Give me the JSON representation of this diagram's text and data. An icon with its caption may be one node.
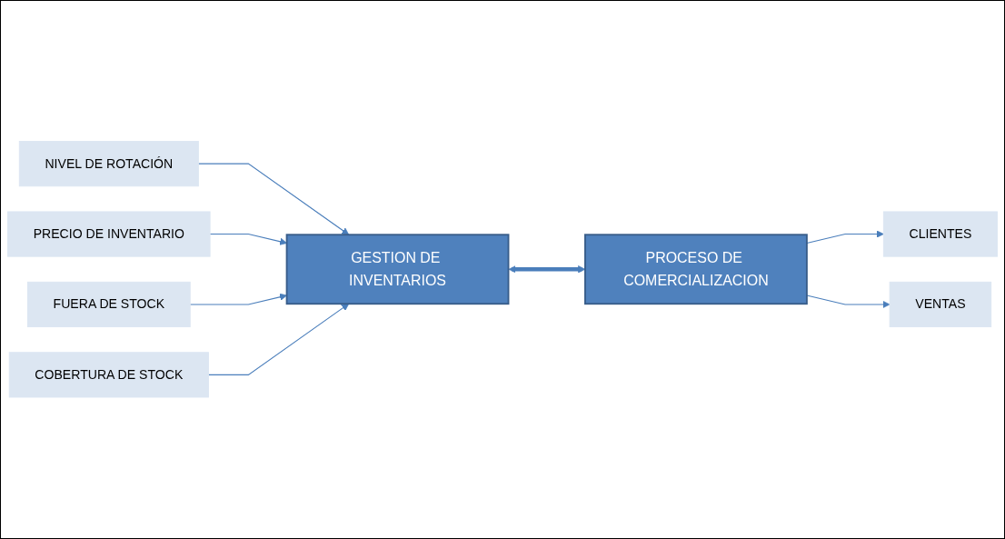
{
  "diagram": {
    "nodes": [
      {
        "text": [
          "NIVEL DE ROTACIÓN"
        ]
      },
      {
        "text": [
          "PRECIO DE INVENTARIO"
        ]
      },
      {
        "text": [
          "FUERA DE STOCK"
        ]
      },
      {
        "text": [
          "COBERTURA DE STOCK"
        ]
      },
      {
        "text": [
          "GESTION DE INVENTARIOS"
        ]
      },
      {
        "text": [
          "PROCESO DE COMERCIALIZACION"
        ]
      },
      {
        "text": [
          "CLIENTES"
        ]
      },
      {
        "text": [
          "VENTAS"
        ]
      }
    ],
    "edges": [
      {
        "from": 0,
        "to": 4,
        "arrow": "to"
      },
      {
        "from": 1,
        "to": 4,
        "arrow": "to"
      },
      {
        "from": 2,
        "to": 4,
        "arrow": "to"
      },
      {
        "from": 3,
        "to": 4,
        "arrow": "to"
      },
      {
        "from": 4,
        "to": 5,
        "arrow": "both",
        "style": "thick"
      },
      {
        "from": 5,
        "to": 6,
        "arrow": "to"
      },
      {
        "from": 5,
        "to": 7,
        "arrow": "to"
      }
    ]
  }
}
